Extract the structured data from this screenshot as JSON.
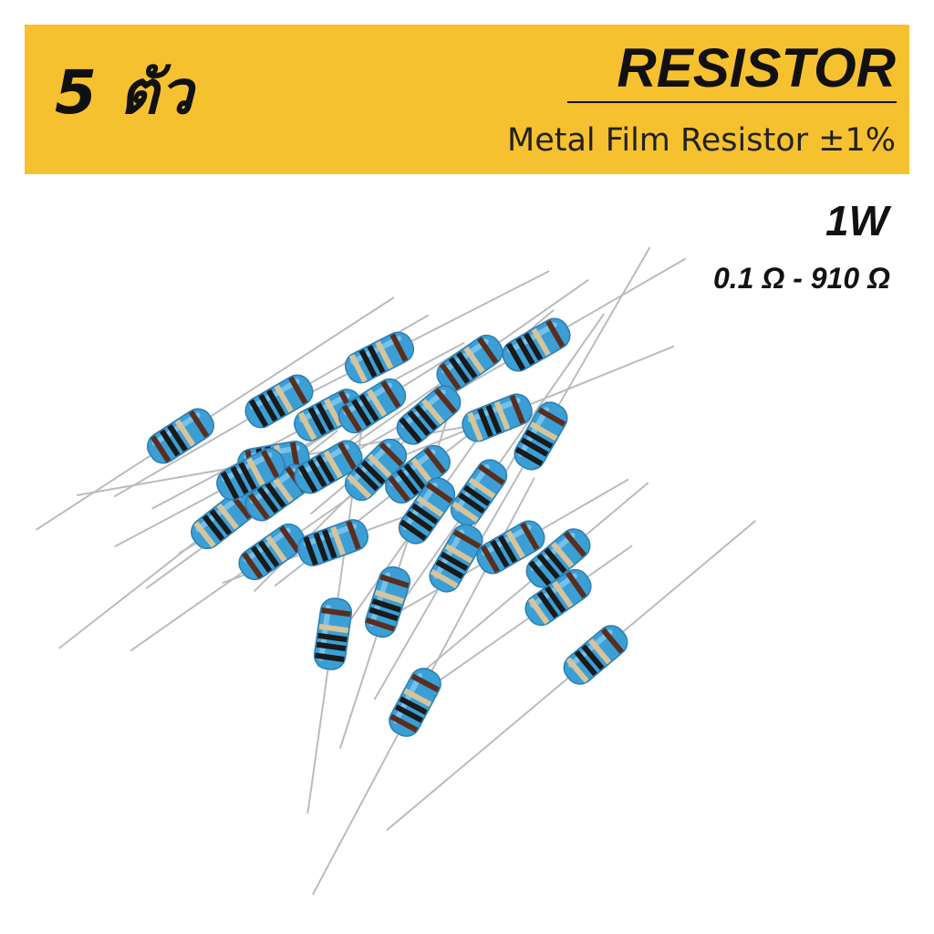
{
  "banner": {
    "quantity": "5 ตัว",
    "title": "RESISTOR",
    "subtitle": "Metal Film Resistor ±1%",
    "background_color": "#f6c12e"
  },
  "specs": {
    "power": "1W",
    "resistance_range": "0.1 Ω - 910 Ω"
  },
  "product_photo": {
    "subject": "pile of blue metal film resistors with color bands",
    "body_color": "#3b9fd6",
    "band_colors": [
      "#5a2e1e",
      "#1a1a1a",
      "#d8c49a"
    ]
  }
}
